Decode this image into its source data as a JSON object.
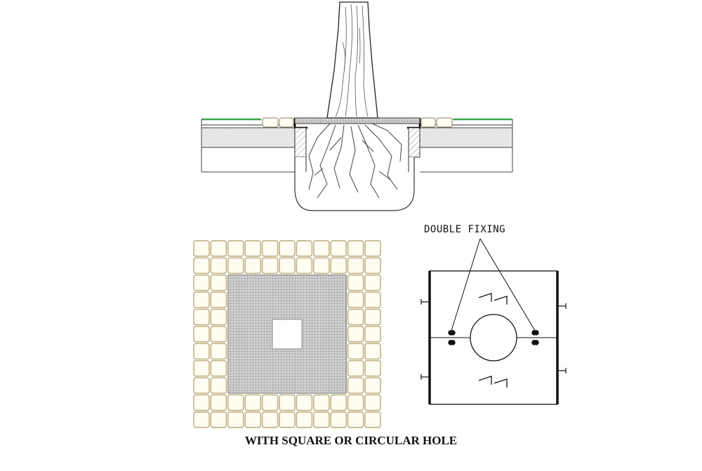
{
  "labels": {
    "double_fixing": "DOUBLE FIXING",
    "caption": "WITH SQUARE OR CIRCULAR HOLE"
  },
  "colors": {
    "stroke": "#222222",
    "green_surface": "#3aa64a",
    "paver_border": "#b9a97a",
    "paver_fill": "#fffdf2",
    "grate_fill": "#c9c9c9",
    "grate_line": "#8a8a8a",
    "hatch": "#9a9a9a"
  },
  "plan_grid": {
    "rows": 11,
    "cols": 11,
    "grate_span_cells": 7
  }
}
